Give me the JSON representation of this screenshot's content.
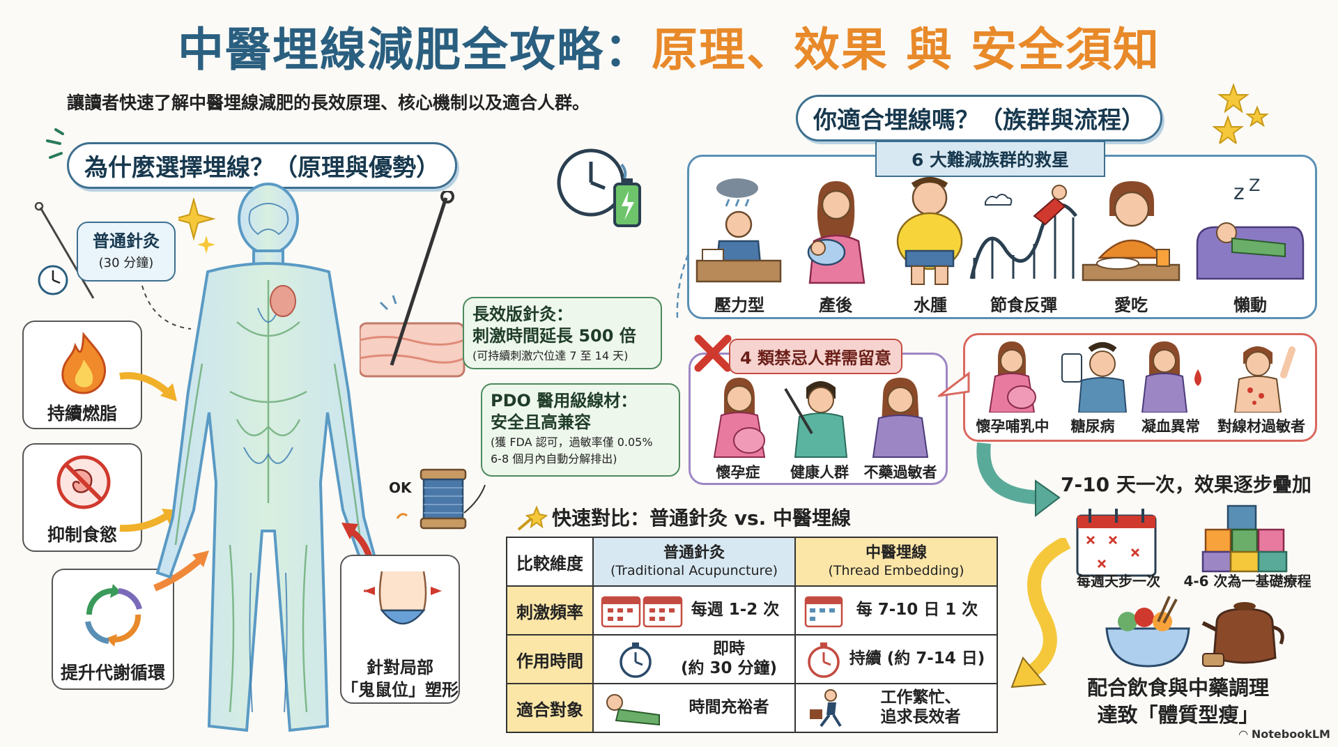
{
  "title": {
    "part1": "中醫埋線減肥全攻略：",
    "part2": "原理、效果 與 安全須知"
  },
  "subtitle": "讓讀者快速了解中醫埋線減肥的長效原理、核心機制以及適合人群。",
  "left_section": {
    "heading": "為什麼選擇埋線？（原理與優勢）",
    "normal_acupuncture": {
      "label": "普通針灸",
      "duration": "(30 分鐘)"
    },
    "benefits": [
      "持續燃脂",
      "抑制食慾",
      "提升代謝循環"
    ],
    "long_acting": {
      "line1": "長效版針灸：",
      "line2": "刺激時間延長 500 倍",
      "note": "(可持續刺激穴位達 7 至 14 天)"
    },
    "pdo": {
      "line1": "PDO 醫用級線材：",
      "line2": "安全且高兼容",
      "note1": "(獲 FDA 認可，過敏率僅 0.05%",
      "note2": "6-8 個月內自動分解排出)"
    },
    "ok_label": "OK",
    "target": {
      "line1": "針對局部",
      "line2": "「鬼鼠位」塑形"
    }
  },
  "right_section": {
    "heading": "你適合埋線嗎？（族群與流程）",
    "groups_title": "6 大難減族群的救星",
    "groups": [
      "壓力型",
      "產後",
      "水腫",
      "節食反彈",
      "愛吃",
      "懶動"
    ],
    "contra_title": "4 類禁忌人群需留意",
    "contra_left": [
      "懷孕症",
      "健康人群",
      "不藥過敏者"
    ],
    "contra_right": [
      "懷孕哺乳中",
      "糖尿病",
      "凝血異常",
      "對線材過敏者"
    ],
    "frequency": "7-10 天一次，效果逐步疊加",
    "weekly": "每週天步一次",
    "course": "4-6 次為一基礎療程",
    "final_line1": "配合飲食與中藥調理",
    "final_line2": "達致「體質型瘦」"
  },
  "comparison": {
    "title": "快速對比：普通針灸 vs. 中醫埋線",
    "headers": {
      "dimension": "比較維度",
      "acu": "普通針灸",
      "acu_en": "(Traditional Acupuncture)",
      "emb": "中醫埋線",
      "emb_en": "(Thread Embedding)"
    },
    "rows": [
      {
        "label": "刺激頻率",
        "acu": "每週 1-2 次",
        "emb": "每 7-10 日 1 次"
      },
      {
        "label": "作用時間",
        "acu_l1": "即時",
        "acu_l2": "(約 30 分鐘)",
        "emb": "持續 (約 7-14 日)"
      },
      {
        "label": "適合對象",
        "acu": "時間充裕者",
        "emb_l1": "工作繁忙、",
        "emb_l2": "追求長效者"
      }
    ]
  },
  "brand": "NotebookLM",
  "colors": {
    "title_blue": "#2a5f80",
    "title_orange": "#e8892a",
    "panel_blue": "#5a8fb5",
    "panel_red": "#d9685f",
    "panel_purple": "#9d86c4",
    "table_blue": "#d8e8f2",
    "table_yellow": "#fbe6a8"
  }
}
